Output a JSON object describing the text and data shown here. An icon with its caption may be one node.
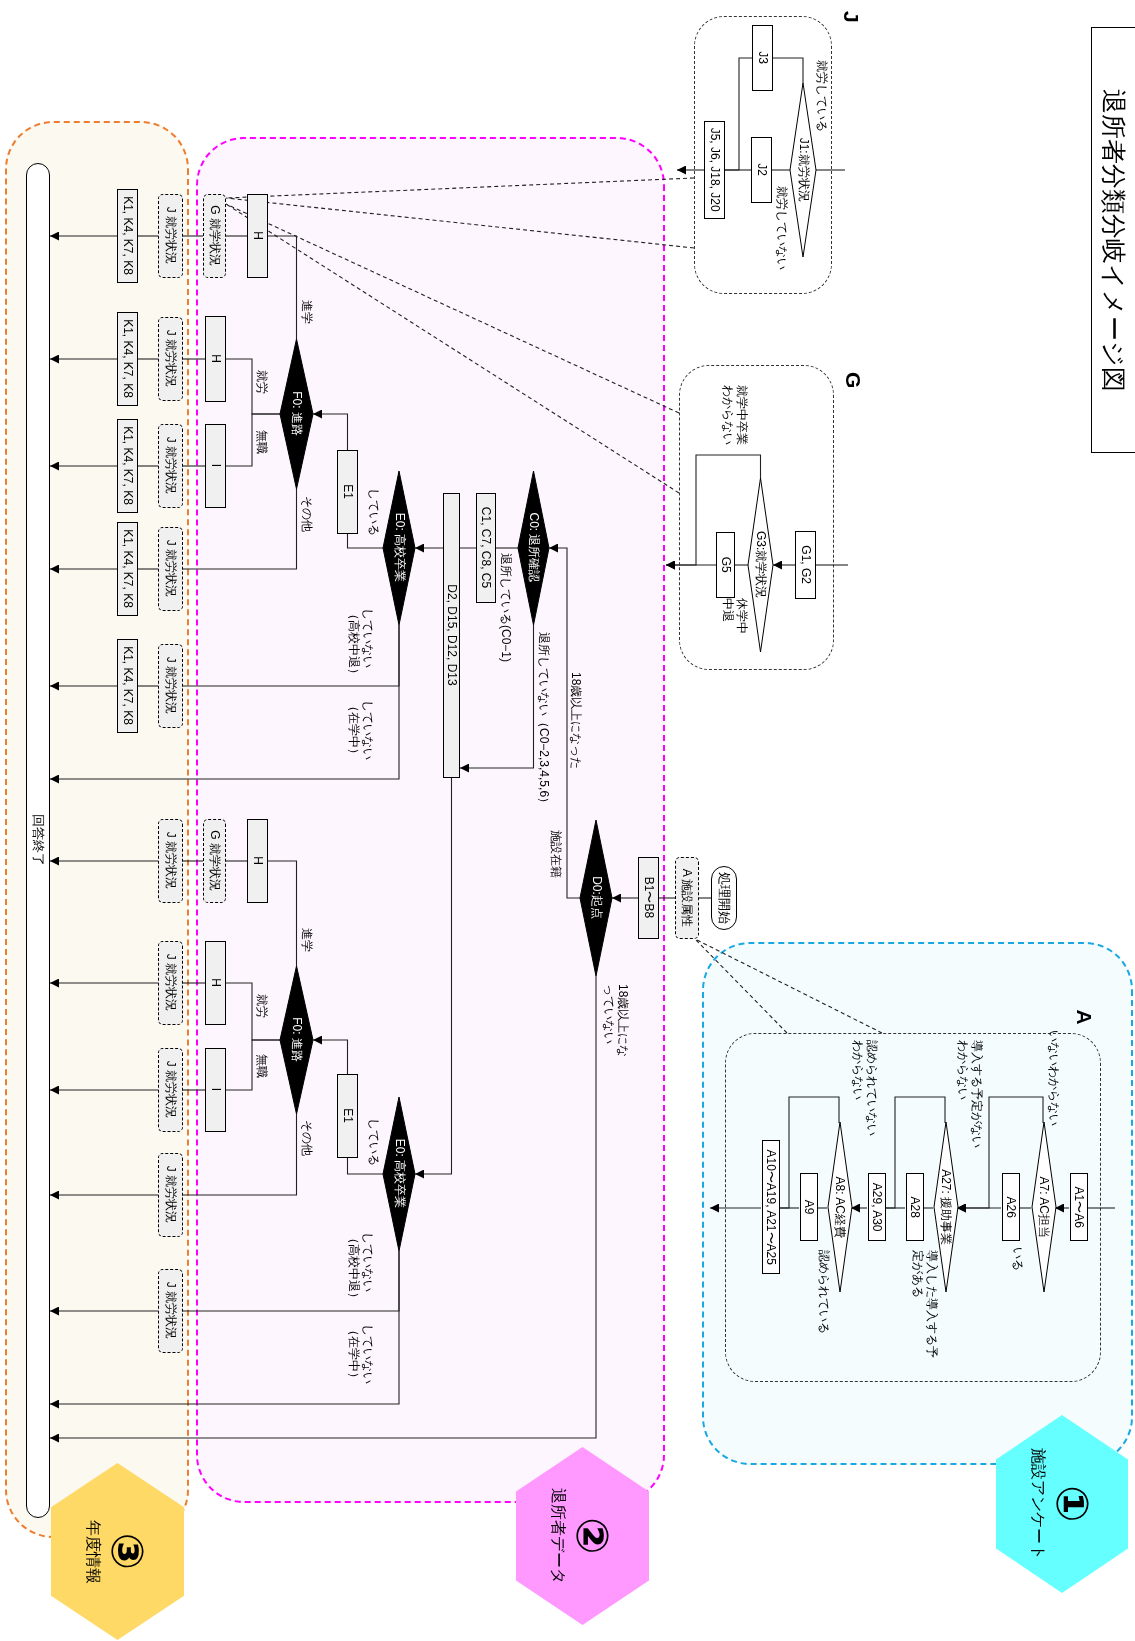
{
  "diagram": {
    "title": "退所者分類分岐イメージ図",
    "nodes": [
      {
        "text": [
          "J"
        ]
      },
      {
        "text": [
          "J1:就労状況"
        ],
        "in": 0
      },
      {
        "text": [
          "J3"
        ],
        "in": 0
      },
      {
        "text": [
          "J2"
        ],
        "in": 0
      },
      {
        "text": [
          "J5, J6, J18, J20"
        ],
        "in": 0
      },
      {
        "text": [
          "G"
        ]
      },
      {
        "text": [
          "G1, G2"
        ],
        "in": 5
      },
      {
        "text": [
          "G3:就学状況"
        ],
        "in": 5
      },
      {
        "text": [
          "G5"
        ],
        "in": 5
      },
      {
        "text": [
          "処理開始"
        ]
      },
      {
        "text": [
          "A 施設属性"
        ]
      },
      {
        "text": [],
        "shape": "box"
      },
      {
        "text": [
          "A"
        ],
        "in": 11
      },
      {
        "text": [
          "A1〜A6"
        ],
        "in": 12
      },
      {
        "text": [
          "A7: AC担当"
        ],
        "in": 12
      },
      {
        "text": [
          "A26"
        ],
        "in": 12
      },
      {
        "text": [
          "A27: 援助事業"
        ],
        "in": 12
      },
      {
        "text": [
          "A28"
        ],
        "in": 12
      },
      {
        "text": [
          "A29, A30"
        ],
        "in": 12
      },
      {
        "text": [
          "A8: AC経費"
        ],
        "in": 12
      },
      {
        "text": [
          "A9"
        ],
        "in": 12
      },
      {
        "text": [
          "A10〜A19, A21〜A25"
        ],
        "in": 12
      },
      {
        "text": [
          "①",
          "施設アンケート"
        ]
      },
      {
        "text": [],
        "shape": "box"
      },
      {
        "text": [
          "B1〜B8"
        ],
        "in": 23
      },
      {
        "text": [
          "D0:起点"
        ],
        "in": 23
      },
      {
        "text": [
          "C0: 退所確認"
        ],
        "in": 23
      },
      {
        "text": [
          "C1, C7, C8, C5"
        ],
        "in": 23
      },
      {
        "text": [
          "D2, D15, D12, D13"
        ],
        "in": 23
      },
      {
        "text": [
          "E0: 高校卒業"
        ],
        "in": 23
      },
      {
        "text": [
          "E1"
        ],
        "in": 23
      },
      {
        "text": [
          "F0: 進路"
        ],
        "in": 23
      },
      {
        "text": [
          "H"
        ],
        "in": 23
      },
      {
        "text": [
          "G 就学状況"
        ],
        "in": 23
      },
      {
        "text": [
          "H"
        ],
        "in": 23
      },
      {
        "text": [
          "I"
        ],
        "in": 23
      },
      {
        "text": [
          "E0: 高校卒業"
        ],
        "in": 23
      },
      {
        "text": [
          "E1"
        ],
        "in": 23
      },
      {
        "text": [
          "F0: 進路"
        ],
        "in": 23
      },
      {
        "text": [
          "H"
        ],
        "in": 23
      },
      {
        "text": [
          "G 就学状況"
        ],
        "in": 23
      },
      {
        "text": [
          "H"
        ],
        "in": 23
      },
      {
        "text": [
          "I"
        ],
        "in": 23
      },
      {
        "text": [
          "②",
          "退所者データ"
        ]
      },
      {
        "text": [],
        "shape": "box"
      },
      {
        "text": [
          "回答終了"
        ],
        "in": 44
      },
      {
        "text": [
          "J 就労状況"
        ],
        "in": 44
      },
      {
        "text": [
          "J 就労状況"
        ],
        "in": 44
      },
      {
        "text": [
          "J 就労状況"
        ],
        "in": 44
      },
      {
        "text": [
          "J 就労状況"
        ],
        "in": 44
      },
      {
        "text": [
          "J 就労状況"
        ],
        "in": 44
      },
      {
        "text": [
          "J 就労状況"
        ],
        "in": 44
      },
      {
        "text": [
          "J 就労状況"
        ],
        "in": 44
      },
      {
        "text": [
          "J 就労状況"
        ],
        "in": 44
      },
      {
        "text": [
          "J 就労状況"
        ],
        "in": 44
      },
      {
        "text": [
          "J 就労状況"
        ],
        "in": 44
      },
      {
        "text": [
          "K1, K4, K7, K8"
        ],
        "in": 44
      },
      {
        "text": [
          "K1, K4, K7, K8"
        ],
        "in": 44
      },
      {
        "text": [
          "K1, K4, K7, K8"
        ],
        "in": 44
      },
      {
        "text": [
          "K1, K4, K7, K8"
        ],
        "in": 44
      },
      {
        "text": [
          "K1, K4, K7, K8"
        ],
        "in": 44
      },
      {
        "text": [
          "③",
          "年度情報"
        ]
      }
    ],
    "edges": [
      {
        "from": null,
        "to": 1,
        "arrow": "none"
      },
      {
        "from": 1,
        "to": 2,
        "arrow": "none",
        "label": "就労している"
      },
      {
        "from": 1,
        "to": 3,
        "arrow": "none",
        "label": "就労していない"
      },
      {
        "from": 2,
        "to": 4,
        "arrow": "none"
      },
      {
        "from": 3,
        "to": 4,
        "arrow": "none"
      },
      {
        "from": 4,
        "to": null,
        "arrow": "to"
      },
      {
        "from": null,
        "to": 6,
        "arrow": "none"
      },
      {
        "from": 6,
        "to": 7,
        "arrow": "to"
      },
      {
        "from": 7,
        "to": 8,
        "arrow": "none",
        "label": "休学中中退"
      },
      {
        "from": 7,
        "to": null,
        "arrow": "to",
        "label": "就学中卒業わからない"
      },
      {
        "from": 8,
        "to": null,
        "arrow": "to"
      },
      {
        "from": 9,
        "to": 10,
        "arrow": "none"
      },
      {
        "from": 10,
        "to": 24,
        "arrow": "none"
      },
      {
        "from": 24,
        "to": 25,
        "arrow": "to"
      },
      {
        "from": 25,
        "to": 26,
        "arrow": "to",
        "label": "18歳以上になった"
      },
      {
        "from": 25,
        "to": 45,
        "arrow": "to",
        "label": "18歳以上になっていない"
      },
      {
        "from": 26,
        "to": 27,
        "arrow": "none",
        "label": "退所している(C0−1)"
      },
      {
        "from": 26,
        "to": 28,
        "arrow": "to",
        "label": "退所していない（C0−2,3,4,5,6）"
      },
      {
        "from": 27,
        "to": 29,
        "arrow": "to"
      },
      {
        "from": 28,
        "to": 36,
        "arrow": "to"
      },
      {
        "from": 29,
        "to": 30,
        "arrow": "none",
        "label": "している"
      },
      {
        "from": 30,
        "to": 31,
        "arrow": "to"
      },
      {
        "from": 29,
        "to": 50,
        "arrow": "none",
        "label": "していない（高校中退）"
      },
      {
        "from": 29,
        "to": 45,
        "arrow": "to",
        "label": "していない（在学中）"
      },
      {
        "from": 31,
        "to": 32,
        "arrow": "none",
        "label": "進学"
      },
      {
        "from": 31,
        "to": 34,
        "arrow": "none",
        "label": "就労"
      },
      {
        "from": 31,
        "to": 35,
        "arrow": "none",
        "label": "無職"
      },
      {
        "from": 31,
        "to": 49,
        "arrow": "none",
        "label": "その他"
      },
      {
        "from": 32,
        "to": 33,
        "arrow": "none"
      },
      {
        "from": 33,
        "to": 46,
        "arrow": "none"
      },
      {
        "from": 34,
        "to": 47,
        "arrow": "none"
      },
      {
        "from": 35,
        "to": 48,
        "arrow": "none"
      },
      {
        "from": 46,
        "to": 56,
        "arrow": "none"
      },
      {
        "from": 47,
        "to": 57,
        "arrow": "none"
      },
      {
        "from": 48,
        "to": 58,
        "arrow": "none"
      },
      {
        "from": 49,
        "to": 59,
        "arrow": "none"
      },
      {
        "from": 50,
        "to": 60,
        "arrow": "none"
      },
      {
        "from": 56,
        "to": 45,
        "arrow": "to"
      },
      {
        "from": 57,
        "to": 45,
        "arrow": "to"
      },
      {
        "from": 58,
        "to": 45,
        "arrow": "to"
      },
      {
        "from": 59,
        "to": 45,
        "arrow": "to"
      },
      {
        "from": 60,
        "to": 45,
        "arrow": "to"
      },
      {
        "from": 36,
        "to": 37,
        "arrow": "none",
        "label": "している"
      },
      {
        "from": 37,
        "to": 38,
        "arrow": "to"
      },
      {
        "from": 36,
        "to": 55,
        "arrow": "none",
        "label": "していない（高校中退）"
      },
      {
        "from": 36,
        "to": 45,
        "arrow": "to",
        "label": "していない（在学中）"
      },
      {
        "from": 38,
        "to": 39,
        "arrow": "none",
        "label": "進学"
      },
      {
        "from": 38,
        "to": 41,
        "arrow": "none",
        "label": "就労"
      },
      {
        "from": 38,
        "to": 42,
        "arrow": "none",
        "label": "無職"
      },
      {
        "from": 38,
        "to": 54,
        "arrow": "none",
        "label": "その他"
      },
      {
        "from": 39,
        "to": 40,
        "arrow": "none"
      },
      {
        "from": 40,
        "to": 51,
        "arrow": "none"
      },
      {
        "from": 41,
        "to": 52,
        "arrow": "none"
      },
      {
        "from": 42,
        "to": 53,
        "arrow": "none"
      },
      {
        "from": 51,
        "to": 45,
        "arrow": "to"
      },
      {
        "from": 52,
        "to": 45,
        "arrow": "to"
      },
      {
        "from": 53,
        "to": 45,
        "arrow": "to"
      },
      {
        "from": 54,
        "to": 45,
        "arrow": "to"
      },
      {
        "from": 55,
        "to": 45,
        "arrow": "to"
      },
      {
        "from": null,
        "to": 13,
        "arrow": "none"
      },
      {
        "from": 13,
        "to": 14,
        "arrow": "to"
      },
      {
        "from": 14,
        "to": 15,
        "arrow": "none",
        "label": "いる"
      },
      {
        "from": 14,
        "to": 16,
        "arrow": "to",
        "label": "いないわからない"
      },
      {
        "from": 15,
        "to": 16,
        "arrow": "to"
      },
      {
        "from": 16,
        "to": 17,
        "arrow": "none",
        "label": "導入した導入する予定がある"
      },
      {
        "from": 17,
        "to": 18,
        "arrow": "none"
      },
      {
        "from": 16,
        "to": 18,
        "arrow": "none",
        "label": "導入する予定がないわからない"
      },
      {
        "from": 18,
        "to": 19,
        "arrow": "to"
      },
      {
        "from": 19,
        "to": 20,
        "arrow": "none",
        "label": "認められている"
      },
      {
        "from": 20,
        "to": 21,
        "arrow": "none"
      },
      {
        "from": 19,
        "to": 21,
        "arrow": "none",
        "label": "認められていないわからない"
      },
      {
        "from": 21,
        "to": null,
        "arrow": "to"
      },
      {
        "from": 0,
        "to": 33,
        "arrow": "none",
        "style": "dashed"
      },
      {
        "from": 0,
        "to": 33,
        "arrow": "none",
        "style": "dashed"
      },
      {
        "from": 5,
        "to": 33,
        "arrow": "none",
        "style": "dashed"
      },
      {
        "from": 5,
        "to": 33,
        "arrow": "none",
        "style": "dashed"
      },
      {
        "from": 12,
        "to": 10,
        "arrow": "none",
        "style": "dashed"
      },
      {
        "from": 12,
        "to": 10,
        "arrow": "none",
        "style": "dashed"
      }
    ],
    "labels": [
      "施設在籍"
    ]
  }
}
